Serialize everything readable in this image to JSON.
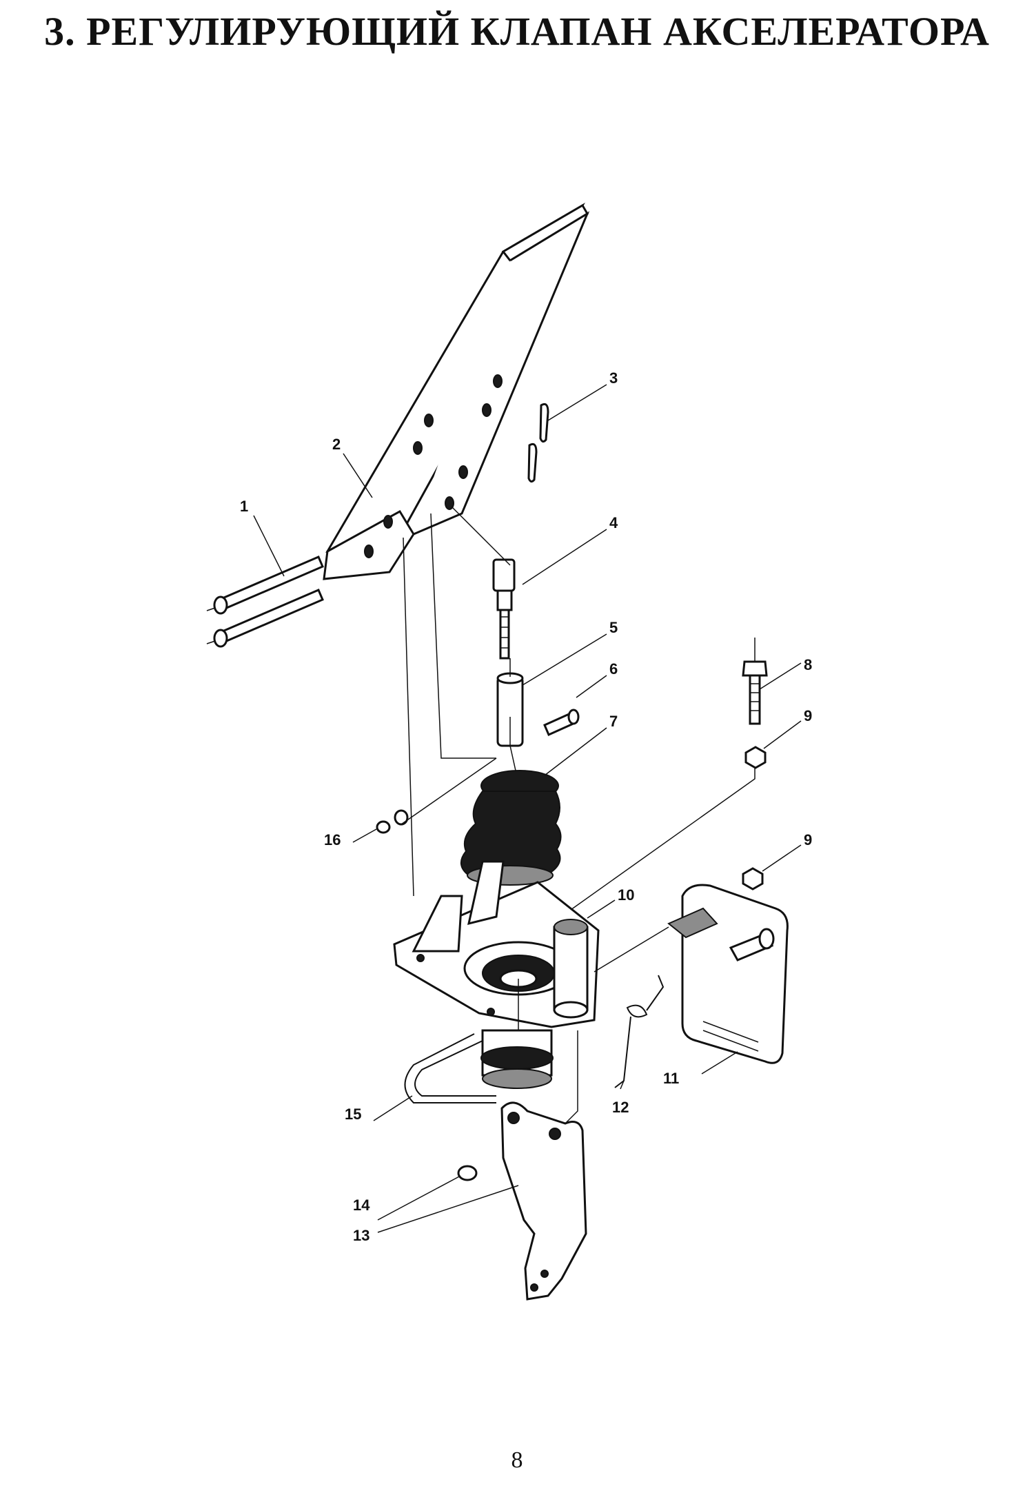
{
  "page": {
    "title": "3. РЕГУЛИРУЮЩИЙ КЛАПАН АКСЕЛЕРАТОРА",
    "page_number": "8"
  },
  "callouts": [
    {
      "id": "callout-1",
      "label": "1"
    },
    {
      "id": "callout-2",
      "label": "2"
    },
    {
      "id": "callout-3",
      "label": "3"
    },
    {
      "id": "callout-4",
      "label": "4"
    },
    {
      "id": "callout-5",
      "label": "5"
    },
    {
      "id": "callout-6",
      "label": "6"
    },
    {
      "id": "callout-7",
      "label": "7"
    },
    {
      "id": "callout-8",
      "label": "8"
    },
    {
      "id": "callout-9a",
      "label": "9"
    },
    {
      "id": "callout-9b",
      "label": "9"
    },
    {
      "id": "callout-10",
      "label": "10"
    },
    {
      "id": "callout-11",
      "label": "11"
    },
    {
      "id": "callout-12",
      "label": "12"
    },
    {
      "id": "callout-13",
      "label": "13"
    },
    {
      "id": "callout-14",
      "label": "14"
    },
    {
      "id": "callout-15",
      "label": "15"
    },
    {
      "id": "callout-16",
      "label": "16"
    }
  ]
}
